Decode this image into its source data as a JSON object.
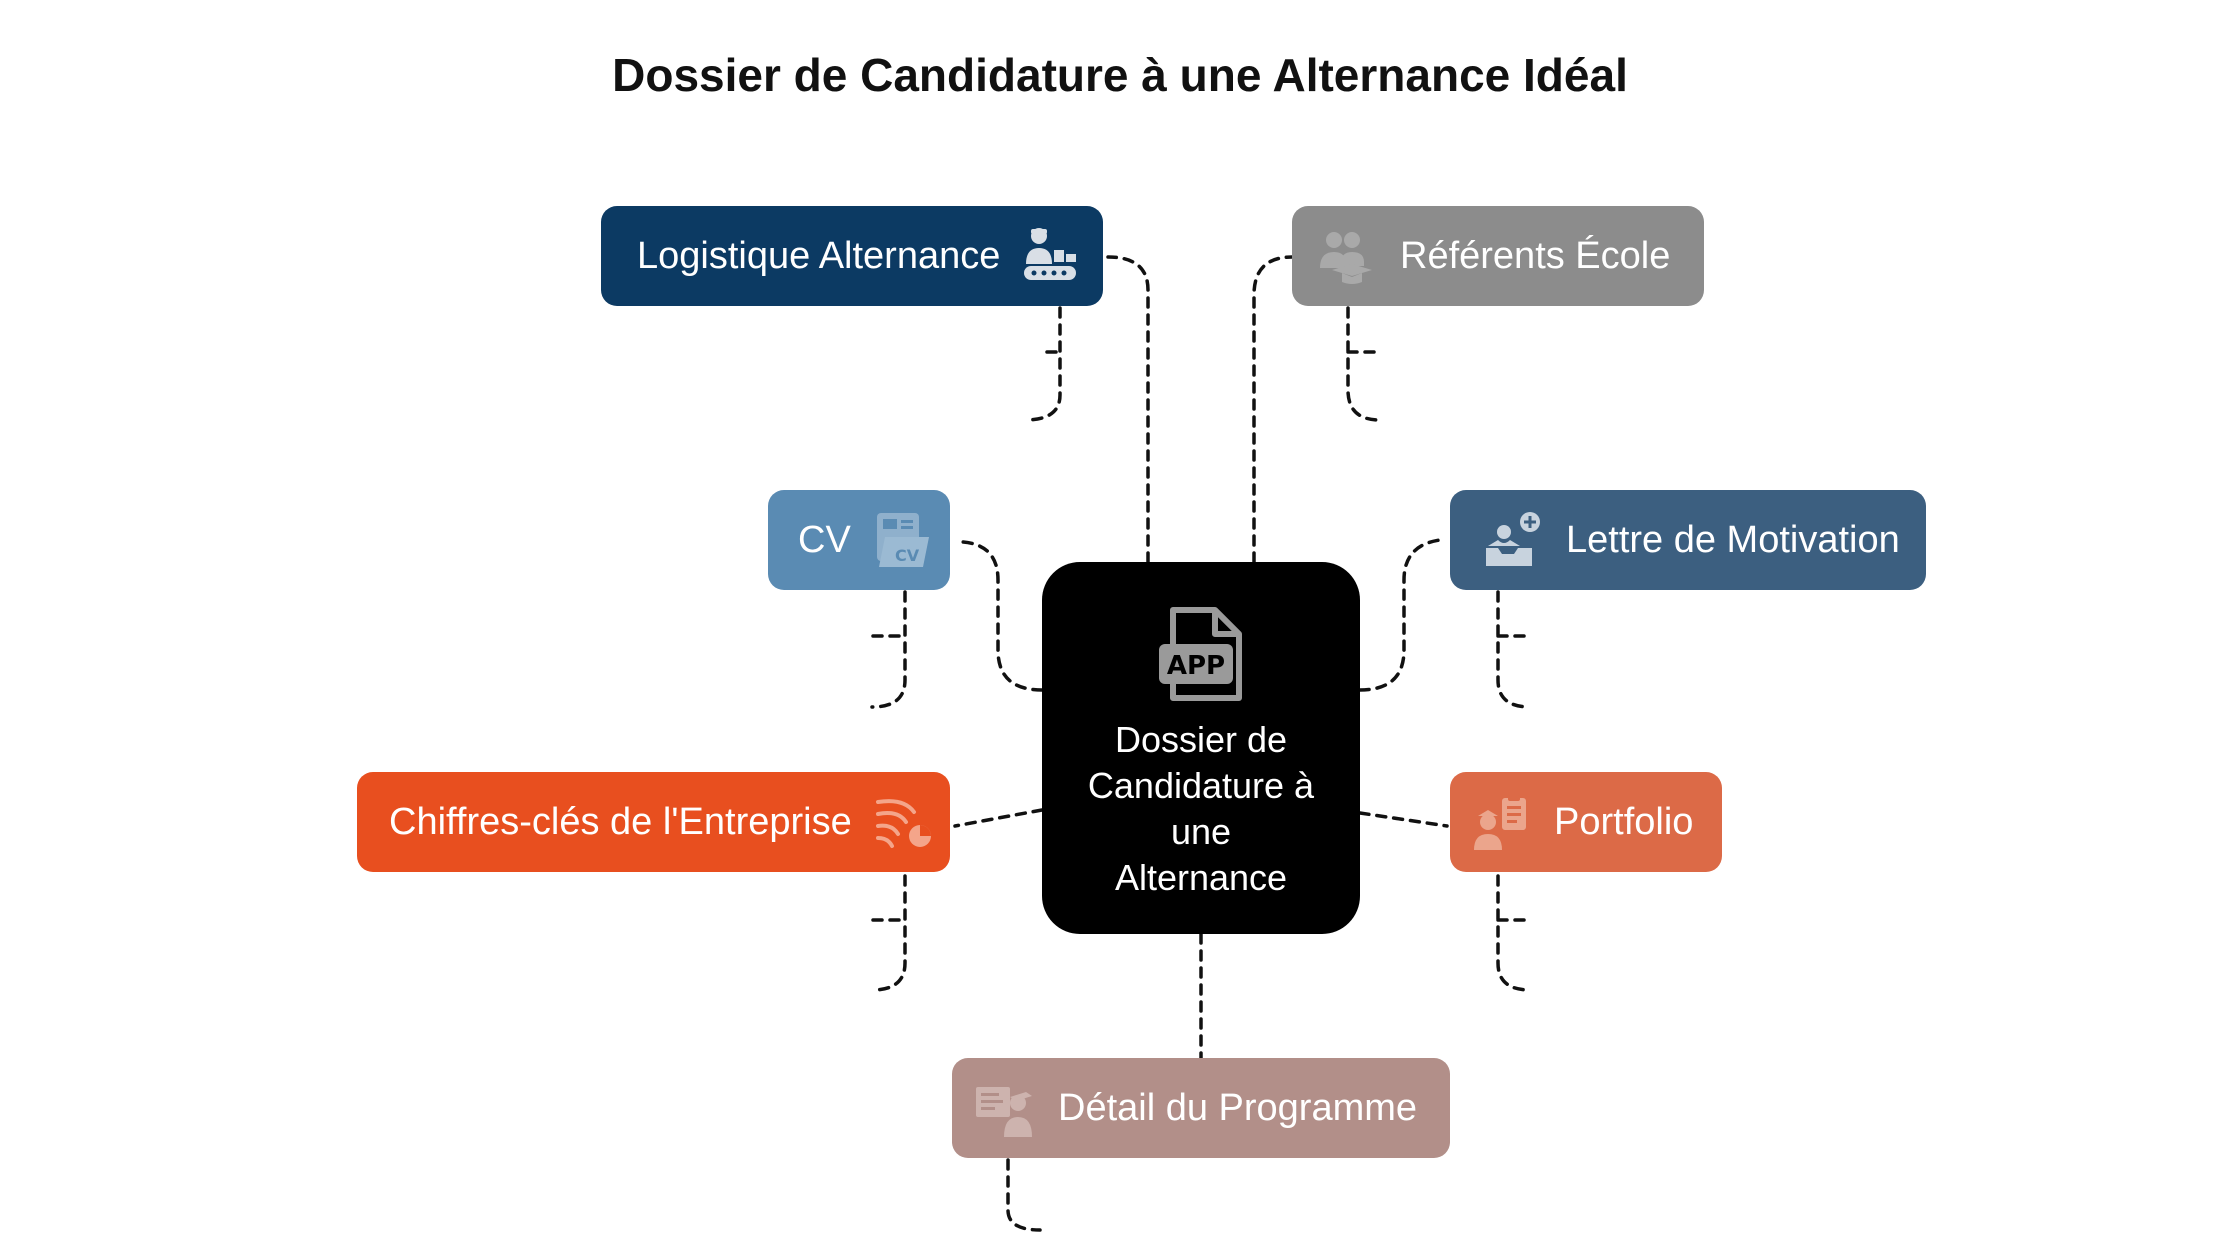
{
  "title": "Dossier de Candidature à une Alternance Idéal",
  "center": {
    "label": "Dossier de Candidature à une Alternance",
    "icon": "app-file-icon"
  },
  "nodes": {
    "logistique": {
      "label": "Logistique Alternance",
      "icon": "worker-conveyor-icon",
      "color": "#0c3a63"
    },
    "referents": {
      "label": "Référents École",
      "icon": "people-graduate-icon",
      "color": "#8c8c8c"
    },
    "cv": {
      "label": "CV",
      "icon": "cv-folder-icon",
      "color": "#5a8bb3"
    },
    "lettre": {
      "label": "Lettre de Motivation",
      "icon": "inbox-person-add-icon",
      "color": "#3c5f80"
    },
    "chiffres": {
      "label": "Chiffres-clés de l'Entreprise",
      "icon": "wind-chart-icon",
      "color": "#e84f1f"
    },
    "portfolio": {
      "label": "Portfolio",
      "icon": "person-clipboard-icon",
      "color": "#dc6a47"
    },
    "programme": {
      "label": "Détail du Programme",
      "icon": "presenter-board-icon",
      "color": "#b28f89"
    }
  }
}
